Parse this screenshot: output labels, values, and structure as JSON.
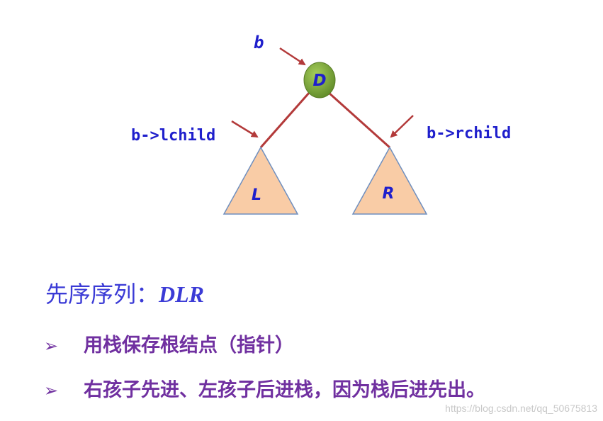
{
  "tree": {
    "pointer_b": "b",
    "root_label": "D",
    "left_pointer": "b->lchild",
    "right_pointer": "b->rchild",
    "left_subtree": "L",
    "right_subtree": "R"
  },
  "heading": {
    "prefix": "先序序列：",
    "sequence": "DLR"
  },
  "bullets": [
    {
      "marker": "➢",
      "text": "用栈保存根结点（指针）"
    },
    {
      "marker": "➢",
      "text": "右孩子先进、左孩子后进栈，因为栈后进先出。"
    }
  ],
  "watermark": "https://blog.csdn.net/qq_50675813",
  "colors": {
    "node_fill": "#7aa63a",
    "triangle_fill": "#f9cca6",
    "triangle_stroke": "#6f8fbf",
    "edge": "#b33a3a",
    "pointer_text": "#1f1fcc",
    "heading": "#3b3bd6",
    "bullet": "#7030a0"
  }
}
